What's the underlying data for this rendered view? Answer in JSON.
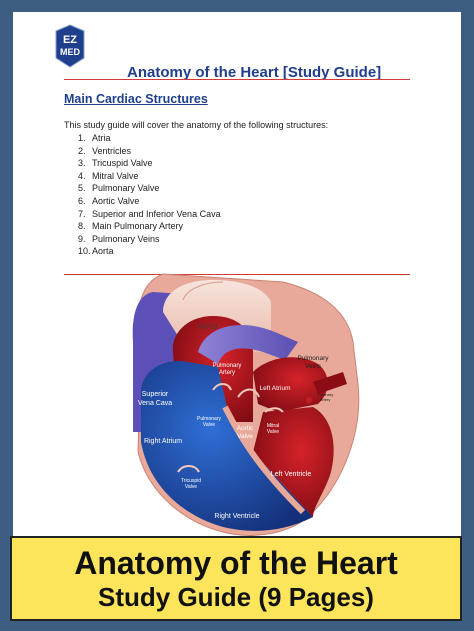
{
  "logo": {
    "line1": "EZ",
    "line2": "MED"
  },
  "document": {
    "title": "Anatomy of the Heart [Study Guide]",
    "section_heading": "Main Cardiac Structures",
    "intro": "This study guide will cover the anatomy of the following structures:",
    "structures": [
      {
        "num": "1.",
        "label": "Atria"
      },
      {
        "num": "2.",
        "label": "Ventricles"
      },
      {
        "num": "3.",
        "label": "Tricuspid Valve"
      },
      {
        "num": "4.",
        "label": "Mitral Valve"
      },
      {
        "num": "5.",
        "label": "Pulmonary Valve"
      },
      {
        "num": "6.",
        "label": "Aortic Valve"
      },
      {
        "num": "7.",
        "label": "Superior and Inferior Vena Cava"
      },
      {
        "num": "8.",
        "label": "Main Pulmonary Artery"
      },
      {
        "num": "9.",
        "label": "Pulmonary Veins"
      },
      {
        "num": "10.",
        "label": "Aorta"
      }
    ]
  },
  "diagram": {
    "labels": {
      "aorta": "Aorta",
      "pulmonary_artery_1": "Pulmonary",
      "pulmonary_artery_2": "Artery",
      "pulmonary_veins_1": "Pulmonary",
      "pulmonary_veins_2": "Veins",
      "left_atrium": "Left Atrium",
      "coronary_artery_1": "Coronary",
      "coronary_artery_2": "Artery",
      "superior_vena_cava_1": "Superior",
      "superior_vena_cava_2": "Vena Cava",
      "pulmonary_valve_1": "Pulmonary",
      "pulmonary_valve_2": "Valve",
      "aortic_valve_1": "Aortic",
      "aortic_valve_2": "Valve",
      "mitral_valve_1": "Mitral",
      "mitral_valve_2": "Valve",
      "right_atrium": "Right Atrium",
      "left_ventricle": "Left Ventricle",
      "tricuspid_valve_1": "Tricuspid",
      "tricuspid_valve_2": "Valve",
      "right_ventricle": "Right Ventricle"
    }
  },
  "banner": {
    "line1": "Anatomy of the Heart",
    "line2": "Study Guide (9 Pages)"
  },
  "colors": {
    "background": "#3e5d83",
    "title_blue": "#1f3f8c",
    "rule_red": "#d23a3a",
    "banner_yellow": "#fce55a",
    "oxygenated_red": "#b5121b",
    "deoxygenated_blue": "#1f4fb0"
  }
}
